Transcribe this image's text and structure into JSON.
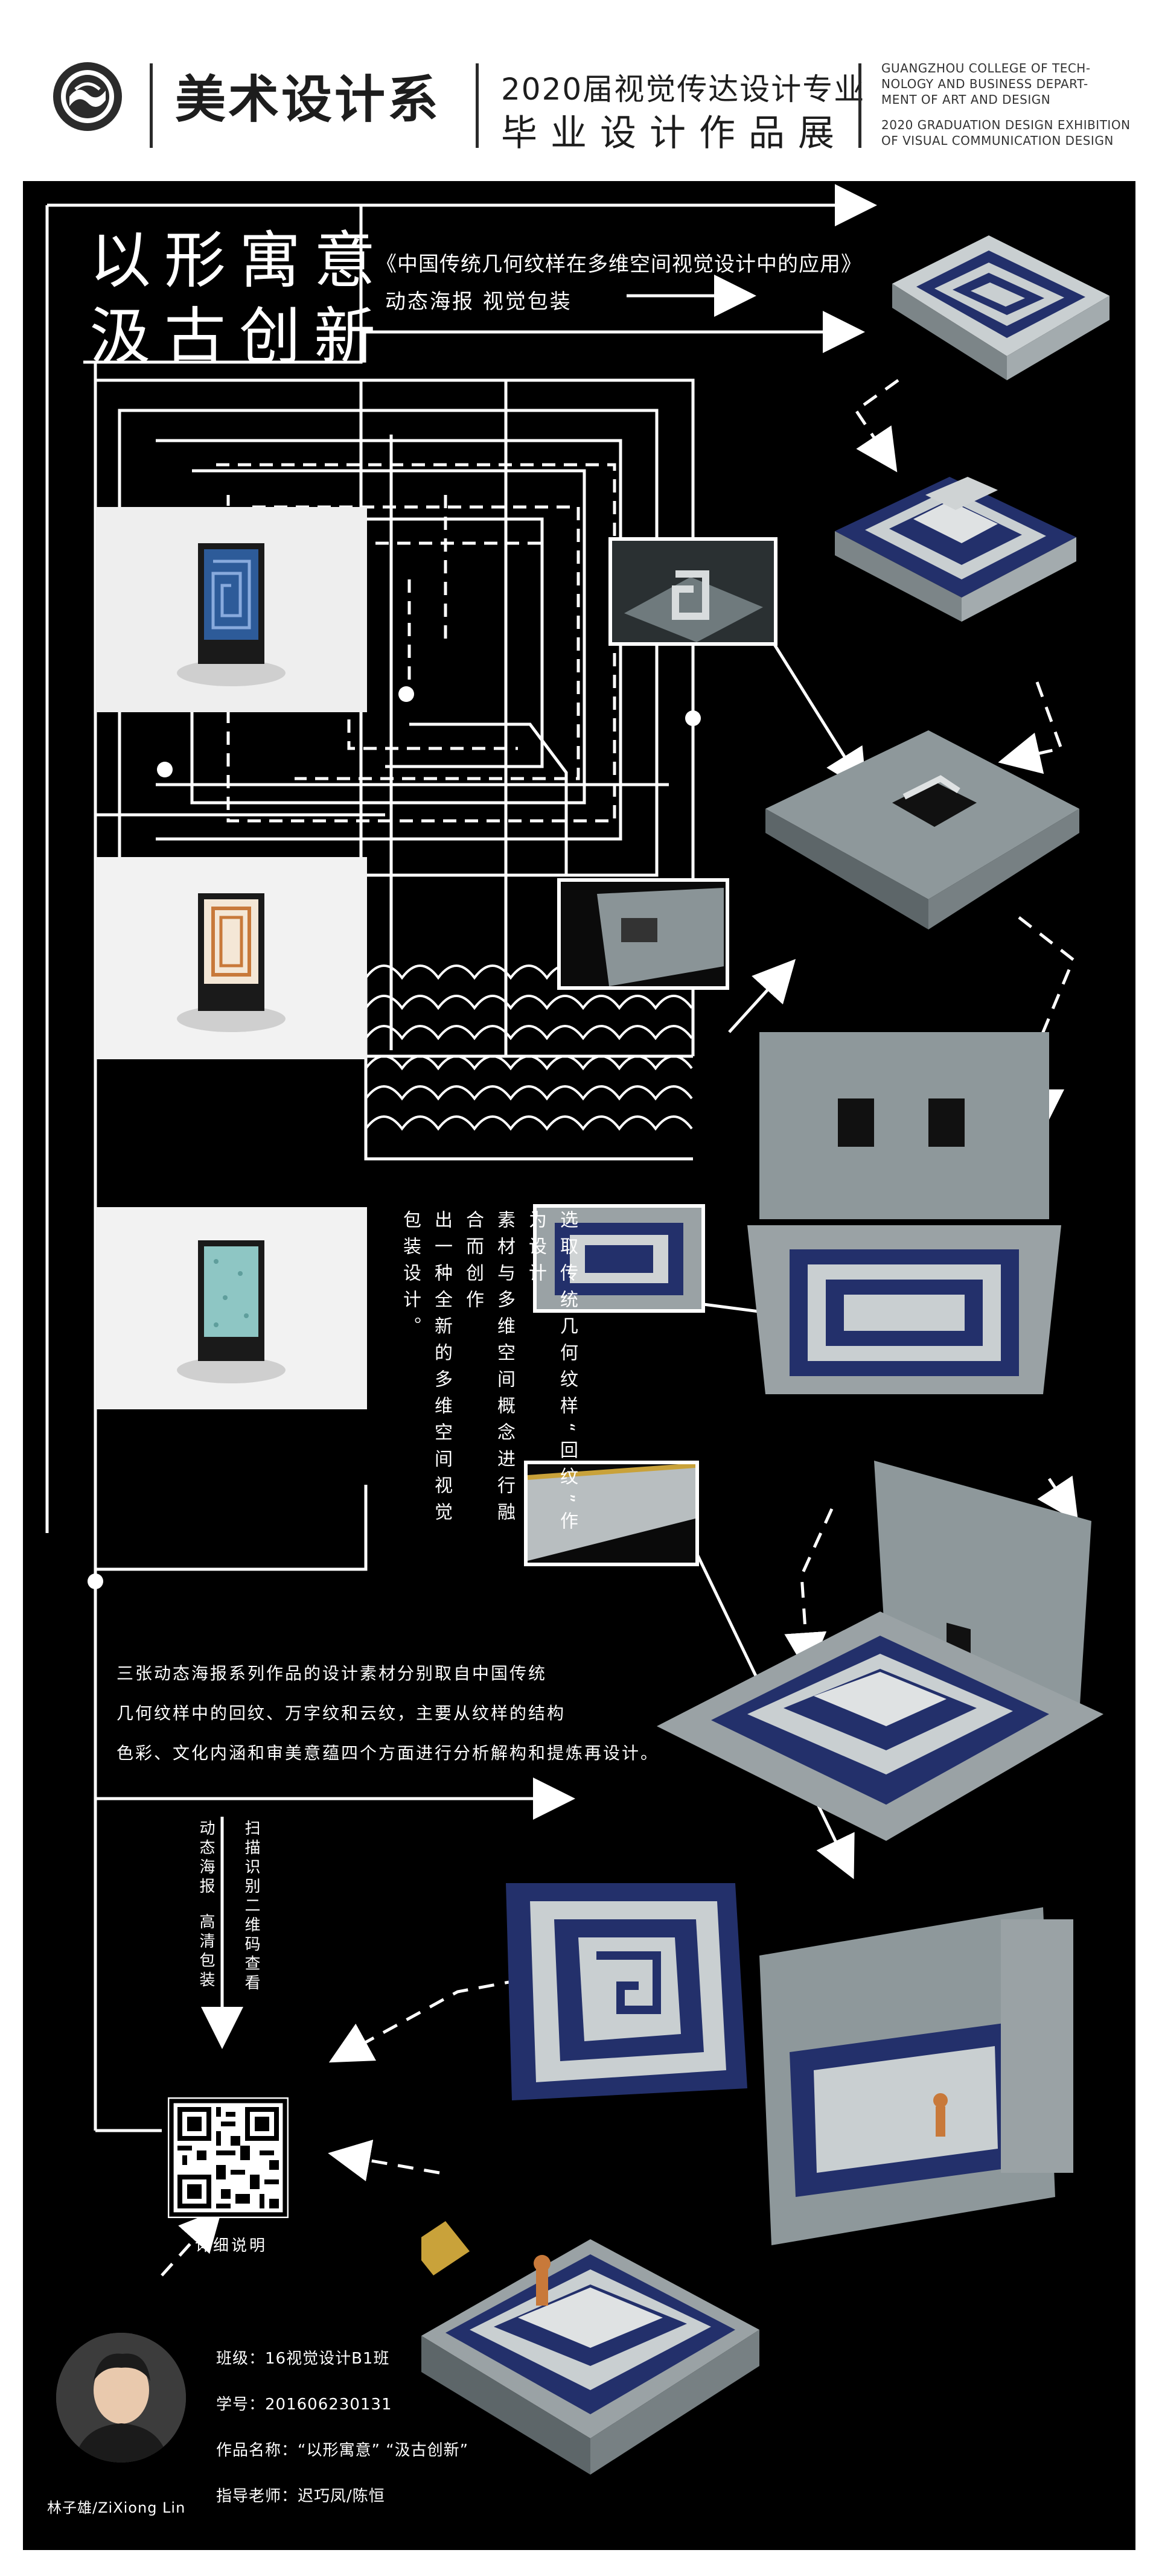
{
  "header": {
    "dept_title": "美术设计系",
    "exhibition_line1": "2020届视觉传达设计专业",
    "exhibition_line2": "毕业设计作品展",
    "college_en": [
      "GUANGZHOU COLLEGE OF TECH-",
      "NOLOGY AND BUSINESS DEPART-",
      "MENT OF ART AND DESIGN"
    ],
    "exhibition_en": [
      "2020 GRADUATION DESIGN EXHIBITION",
      "OF VISUAL COMMUNICATION DESIGN"
    ]
  },
  "poster": {
    "slogan_line1": "以形寓意",
    "slogan_line2": "汲古创新",
    "project_title": "《中国传统几何纹样在多维空间视觉设计中的应用》",
    "project_types": "动态海报 视觉包装",
    "concept_col1": "选取传统几何纹样“回纹”作为设计",
    "concept_col2": "素材与多维空间概念进行融合而创作",
    "concept_col3": "出一种全新的多维空间视觉包装设计。",
    "desc_line1": "三张动态海报系列作品的设计素材分别取自中国传统",
    "desc_line2": "几何纹样中的回纹、万字纹和云纹，主要从纹样的结构",
    "desc_line3": "色彩、文化内涵和审美意蕴四个方面进行分析解构和提炼再设计。",
    "scan_col1": "扫描识别二维码查看",
    "scan_col2": "动态海报",
    "scan_col3": "高清包装",
    "qr_caption": "详细说明",
    "class_label": "班级：16视觉设计B1班",
    "student_id": "学号：201606230131",
    "work_name": "作品名称：“以形寓意” “汲古创新”",
    "advisor": "指导老师：迟巧凤/陈恒",
    "author_name": "林子雄/ZiXiong Lin"
  },
  "colors": {
    "poster_bg": "#000000",
    "navy": "#23306b",
    "box_grey": "#9aa2a5",
    "gold": "#c9a23a",
    "orange": "#c8793a",
    "teal": "#8ec6c4"
  }
}
